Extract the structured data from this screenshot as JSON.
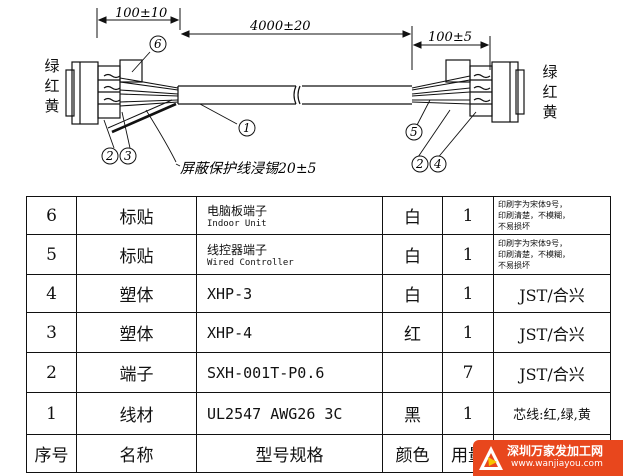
{
  "dimensions": {
    "left_lead": "100±10",
    "cable_length": "4000±20",
    "right_lead": "100±5"
  },
  "side_labels": {
    "left": [
      "绿",
      "红",
      "黄"
    ],
    "right": [
      "绿",
      "红",
      "黄"
    ]
  },
  "callouts": {
    "c6": "6",
    "c1": "1",
    "c2_left": "2",
    "c3_left": "3",
    "c5": "5",
    "c2_right": "2",
    "c4_right": "4"
  },
  "shield_note": "屏蔽保护线浸锡20±5",
  "table": {
    "rows": [
      {
        "seq": "6",
        "name": "标贴",
        "model_main": "电脑板端子",
        "model_sub": "Indoor Unit",
        "color": "白",
        "qty": "1",
        "note_lines": [
          "印刷字为宋体9号，",
          "印刷清楚，不模糊，",
          "不易损坏"
        ]
      },
      {
        "seq": "5",
        "name": "标贴",
        "model_main": "线控器端子",
        "model_sub": "Wired Controller",
        "color": "白",
        "qty": "1",
        "note_lines": [
          "印刷字为宋体9号，",
          "印刷清楚，不模糊，",
          "不易损坏"
        ]
      },
      {
        "seq": "4",
        "name": "塑体",
        "model": "XHP-3",
        "color": "白",
        "qty": "1",
        "note": "JST/合兴"
      },
      {
        "seq": "3",
        "name": "塑体",
        "model": "XHP-4",
        "color": "红",
        "qty": "1",
        "note": "JST/合兴"
      },
      {
        "seq": "2",
        "name": "端子",
        "model": "SXH-001T-P0.6",
        "color": "",
        "qty": "7",
        "note": "JST/合兴"
      },
      {
        "seq": "1",
        "name": "线材",
        "model": "UL2547 AWG26 3C",
        "color": "黑",
        "qty": "1",
        "note": "芯线:红,绿,黄"
      }
    ],
    "header": {
      "seq": "序号",
      "name": "名称",
      "model": "型号规格",
      "color": "颜色",
      "qty": "用量"
    }
  },
  "watermark": {
    "text": "深圳万家发加工网",
    "url": "www.wanjiayou.com"
  }
}
